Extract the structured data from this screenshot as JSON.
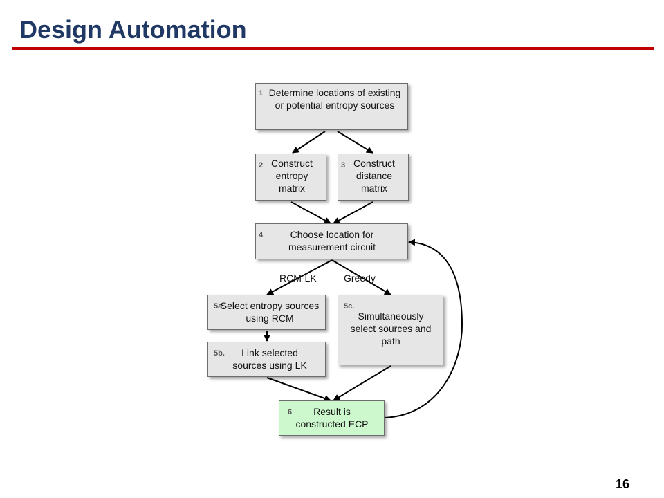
{
  "slide": {
    "title": "Design Automation",
    "page_number": "16",
    "accent_color": "#c00000",
    "title_color": "#1f3864"
  },
  "flowchart": {
    "steps": [
      {
        "num": "1",
        "text": "Determine locations of existing or potential entropy sources"
      },
      {
        "num": "2",
        "text": "Construct entropy matrix"
      },
      {
        "num": "3",
        "text": "Construct distance matrix"
      },
      {
        "num": "4",
        "text": "Choose location for measurement circuit"
      },
      {
        "num": "5a.",
        "text": "Select entropy sources using RCM"
      },
      {
        "num": "5b.",
        "text": "Link selected sources using LK"
      },
      {
        "num": "5c.",
        "text": "Simultaneously select sources and path"
      },
      {
        "num": "6",
        "text": "Result is constructed ECP"
      }
    ],
    "edge_labels": {
      "left": "RCM-LK",
      "right": "Greedy"
    },
    "result_fill": "#cdf7cd",
    "box_fill": "#e6e6e6"
  }
}
